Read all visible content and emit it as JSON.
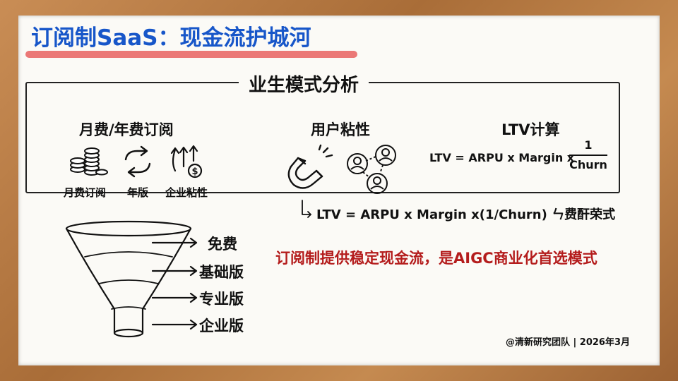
{
  "title": "订阅制SaaS：现金流护城河",
  "section_title": "业生模式分析",
  "columns": {
    "subscription": {
      "title": "月费/年费订阅",
      "items": [
        {
          "label": "月费订阅",
          "icon": "coins-stack-icon"
        },
        {
          "label": "年版",
          "icon": "refresh-arrows-icon"
        },
        {
          "label": "企业粘性",
          "icon": "growth-arrows-dollar-icon"
        }
      ]
    },
    "stickiness": {
      "title": "用户粘性",
      "icons": [
        "magnet-icon",
        "users-network-icon"
      ]
    },
    "ltv": {
      "title": "LTV计算",
      "formula_prefix": "LTV = ARPU x Margin x",
      "fraction_numerator": "1",
      "fraction_denominator": "Churn"
    }
  },
  "formula_line": "LTV = ARPU x Margin x(1/Churn) ㄣ费酐荣式",
  "conclusion": "订阅制提供稳定现金流，是AIGC商业化首选模式",
  "funnel": {
    "icon": "funnel-icon",
    "tiers": [
      "免费",
      "基础版",
      "专业版",
      "企业版"
    ]
  },
  "footer": "@清新研究团队 | 2026年3月",
  "colors": {
    "title": "#1756c9",
    "underline": "#e8605f",
    "conclusion": "#b41c1c",
    "frame": "#b9864f"
  }
}
